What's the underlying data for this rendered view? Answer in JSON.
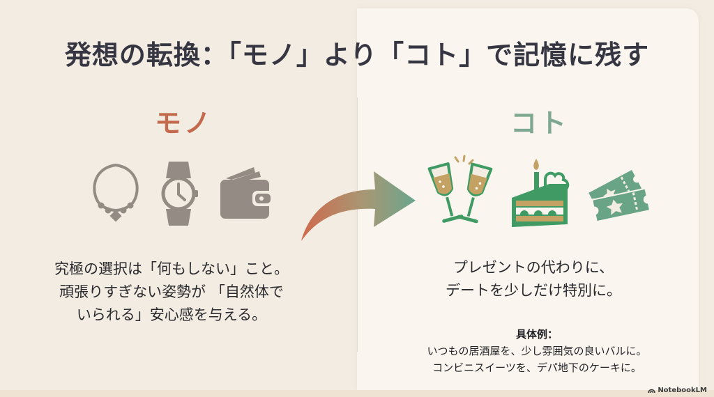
{
  "slide": {
    "title": "発想の転換：「モノ」より「コト」で記憶に残す",
    "colors": {
      "background": "#f3ece2",
      "right_panel": "#faf6ef",
      "title": "#363643",
      "mono_accent": "#c46a4c",
      "koto_accent": "#7fa891",
      "icon_gray": "#948c84",
      "icon_green": "#3f9a63",
      "icon_gold": "#c4a263",
      "ticket_green": "#6aa487"
    }
  },
  "mono": {
    "heading": "モノ",
    "icons": [
      "necklace-icon",
      "wristwatch-icon",
      "wallet-icon"
    ],
    "description": [
      "究極の選択は「何もしない」こと。",
      "頑張りすぎない姿勢が 「自然体で",
      "いられる」安心感を与える。"
    ]
  },
  "koto": {
    "heading": "コト",
    "icons": [
      "champagne-toast-icon",
      "birthday-cake-icon",
      "tickets-icon"
    ],
    "description": [
      "プレゼントの代わりに、",
      "デートを少しだけ特別に。"
    ],
    "examples": {
      "label": "具体例：",
      "items": [
        "いつもの居酒屋を、少し雰囲気の良いバルに。",
        "コンビニスイーツを、デパ地下のケーキに。"
      ]
    }
  },
  "transition_arrow": {
    "icon": "curved-arrow-icon",
    "from_color": "#cf6a4c",
    "to_color": "#6aa58d"
  },
  "brand": {
    "label": "NotebookLM"
  }
}
